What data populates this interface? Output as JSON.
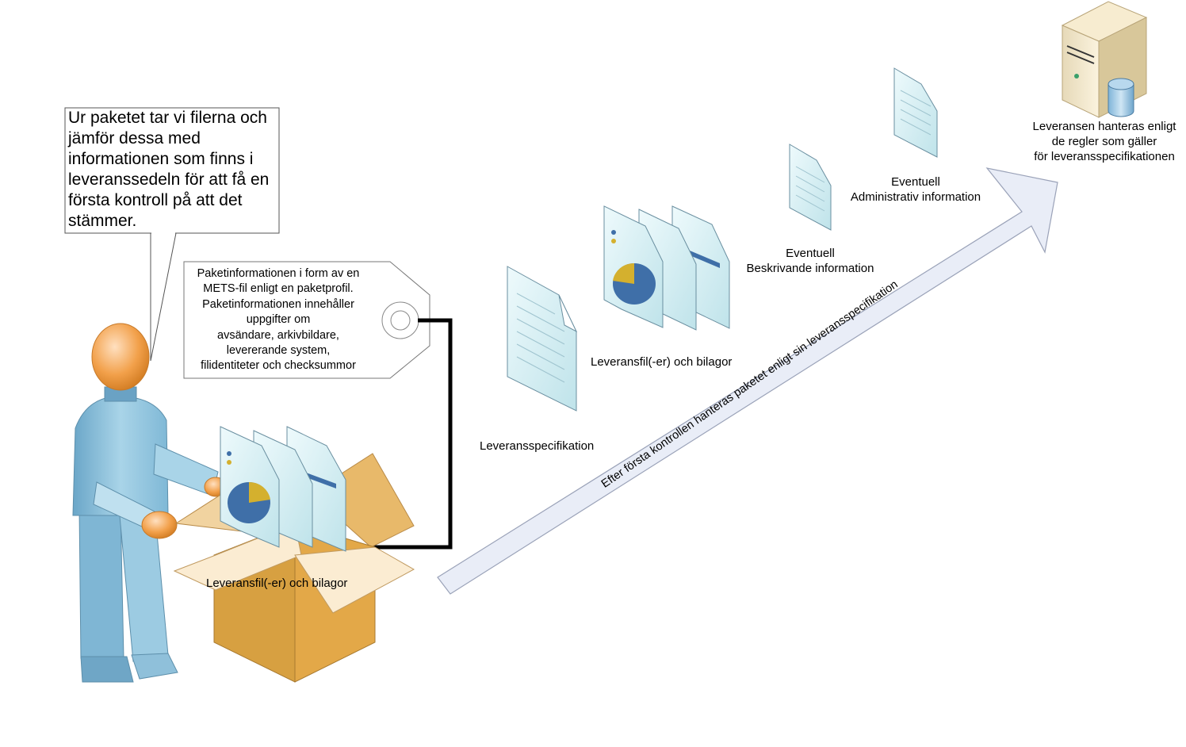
{
  "callout": {
    "lines": [
      "Ur paketet tar vi filerna och",
      "jämför dessa med",
      "informationen som finns i",
      "leveranssedeln för att få en",
      "första kontroll på att det",
      "stämmer."
    ]
  },
  "package_tag": {
    "lines": [
      "Paketinformationen i form av en",
      "METS-fil enligt en paketprofil.",
      "Paketinformationen innehåller",
      "uppgifter om",
      "avsändare, arkivbildare,",
      "levererande system,",
      "filidentiteter och checksummor"
    ]
  },
  "box_label": "Leveransfil(-er) och bilagor",
  "delivery_spec_label": "Leveransspecifikation",
  "files_label": "Leveransfil(-er) och bilagor",
  "descriptive": {
    "line1": "Eventuell",
    "line2": "Beskrivande information"
  },
  "administrative": {
    "line1": "Eventuell",
    "line2": "Administrativ information"
  },
  "server": {
    "lines": [
      "Leveransen hanteras enligt",
      "de regler som gäller",
      "för leveransspecifikationen"
    ]
  },
  "arrow_text": "Efter första kontrollen hanteras paketet enligt sin leveransspecifikation",
  "colors": {
    "document_fill": "#d6f0f4",
    "document_stroke": "#6a8fa0",
    "box_front": "#d9a040",
    "box_side": "#f2d6a6",
    "person_body": "#8fc4dd",
    "person_head": "#f0a050",
    "arrow_fill": "#e8ecf5",
    "pie_blue": "#3f6fa8",
    "pie_gold": "#d4b02e"
  }
}
